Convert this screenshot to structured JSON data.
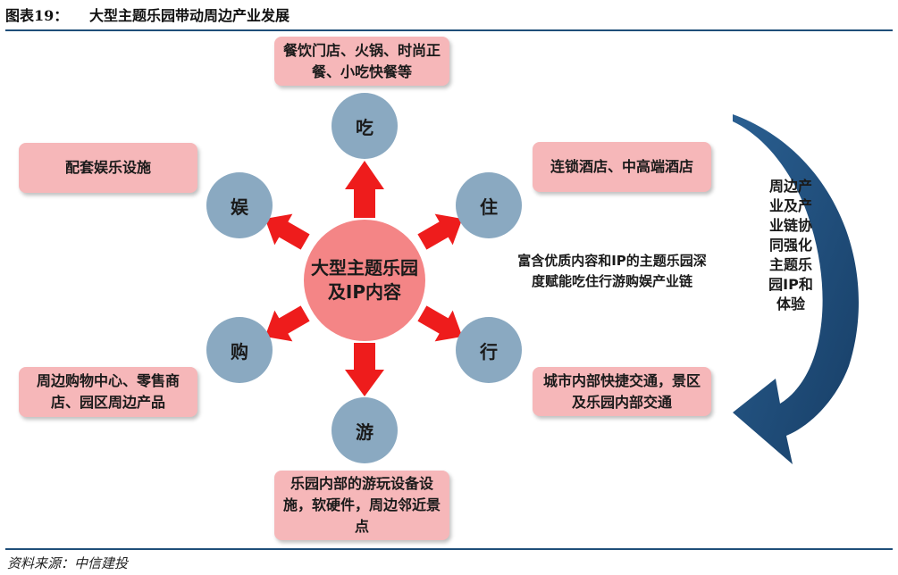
{
  "header": {
    "fig_label": "图表19：",
    "title": "大型主题乐园带动周边产业发展"
  },
  "center": {
    "label": "大型主题乐园及IP内容"
  },
  "nodes": {
    "eat": "吃",
    "live": "住",
    "travel": "行",
    "tour": "游",
    "shop": "购",
    "fun": "娱"
  },
  "boxes": {
    "eat": "餐饮门店、火锅、时尚正餐、小吃快餐等",
    "live": "连锁酒店、中高端酒店",
    "travel": "城市内部快捷交通，景区及乐园内部交通",
    "tour": "乐园内部的游玩设备设施，软硬件，周边邻近景点",
    "shop": "周边购物中心、零售商店、园区周边产品",
    "fun": "配套娱乐设施"
  },
  "mid_text": "富含优质内容和IP的主题乐园深度赋能吃住行游购娱产业链",
  "side_text": "周边产业及产业链协同强化主题乐园IP和体验",
  "source": "资料来源：中信建投",
  "colors": {
    "box_fill": "#f6b7b9",
    "node_fill": "#8aa9c1",
    "center_fill": "#f48586",
    "arrow_red": "#ee1c1c",
    "curve_navy": "#1f4e79",
    "rule": "#1f4e79"
  }
}
